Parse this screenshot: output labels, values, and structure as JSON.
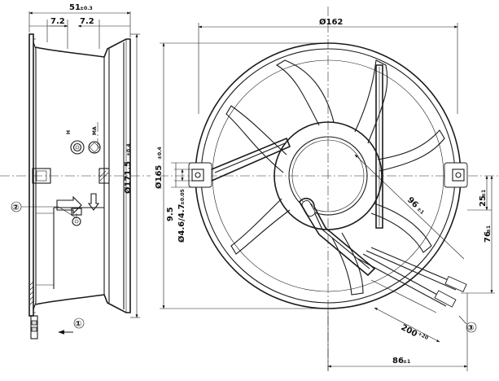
{
  "side_view": {
    "overall_depth": {
      "value": "51",
      "tol": "±0.3"
    },
    "depth_left": "7.2",
    "depth_right": "7.2",
    "flange_diameter": {
      "value": "Ø171.5",
      "tol": "±0.4"
    },
    "voltage_marks": {
      "top": "H",
      "bottom": "MA"
    }
  },
  "front_view": {
    "outer_diameter": "Ø162",
    "bolt_circle": {
      "value": "Ø165",
      "tol": "±0.4"
    },
    "hole_diameter": {
      "value": "Ø4.6/4.7",
      "tol": "±0.05"
    },
    "ear_height": "9.5",
    "inner_radius": {
      "value": "96",
      "tol": "±1"
    },
    "lead_offset_v": {
      "value": "25",
      "tol": "±1"
    },
    "lead_drop_v": {
      "value": "76",
      "tol": "±1"
    },
    "lead_length": {
      "value": "200",
      "tol": "+20"
    },
    "lead_offset_h": {
      "value": "86",
      "tol": "±1"
    }
  },
  "callouts": [
    "①",
    "②",
    "③"
  ]
}
